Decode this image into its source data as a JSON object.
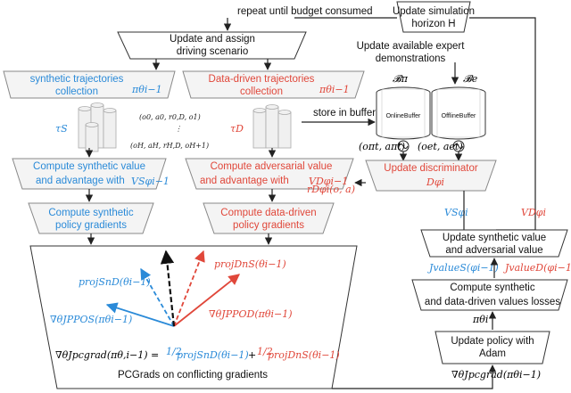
{
  "labels": {
    "loop_text": "repeat until budget consumed",
    "sim_horizon_1": "Update simulation",
    "sim_horizon_2": "horizon H",
    "assign_1": "Update and assign",
    "assign_2": "driving scenario",
    "expert_1": "Update available expert",
    "expert_2": "demonstrations",
    "synth_traj_1": "synthetic trajectories",
    "synth_traj_2": "collection",
    "data_traj_1": "Data-driven trajectories",
    "data_traj_2": "collection",
    "online_buffer": "OnlineBuffer",
    "offline_buffer": "OfflineBuffer",
    "store_buffer": "store in buffer",
    "synth_value_1": "Compute synthetic value",
    "synth_value_2": "and advantage with",
    "adv_value_1": "Compute adversarial value",
    "adv_value_2": "and advantage with",
    "update_disc": "Update discriminator",
    "synth_grad_1": "Compute synthetic",
    "synth_grad_2": "policy gradients",
    "data_grad_1": "Compute data-driven",
    "data_grad_2": "policy gradients",
    "upd_vals_1": "Update synthetic value",
    "upd_vals_2": "and adversarial value",
    "losses_1": "Compute synthetic",
    "losses_2": "and data-driven values losses",
    "adam_1": "Update policy with",
    "adam_2": "Adam",
    "pcgrad_caption": "PCGrads on  conflicting gradients"
  },
  "math": {
    "pi_theta": "πθi−1",
    "b_pi": "𝓑π",
    "b_e": "𝓑e",
    "tau_s": "τS",
    "tau_d": "τD",
    "traj_start": "(o0, a0, r0,D, o1)",
    "traj_end": "(oH, aH, rH,D, oH+1)",
    "pair_pi": "(oπt, aπt)",
    "pair_e": "(oet, aet)",
    "v_s": "VSφi−1",
    "v_d": "VDφi−1",
    "r_d": "rDφi(o, a)",
    "d_phi": "Dφi",
    "vs_phi": "VSφi",
    "vd_phi": "VDφi",
    "js_val": "JvalueS(φi−1)",
    "jd_val": "JvalueD(φi−1)",
    "pi_thetai": "πθi",
    "grad_pc": "∇θJpcgrad(πθi−1)",
    "proj_ns": "projSnD(θi−1)",
    "proj_nd": "projDnS(θi−1)",
    "grad_js": "∇θJPPOS(πθi−1)",
    "grad_jd": "∇θJPPOD(πθi−1)",
    "formula_lhs": "∇θJpcgrad(πθ,i−1) =",
    "formula_half": "1/2",
    "formula_t1": "projSnD(θi−1)",
    "formula_plus": "+",
    "formula_t2": "projDnS(θi−1)"
  },
  "colors": {
    "synthetic": "#2a8ad8",
    "data_driven": "#e0473a",
    "text": "#111111"
  }
}
